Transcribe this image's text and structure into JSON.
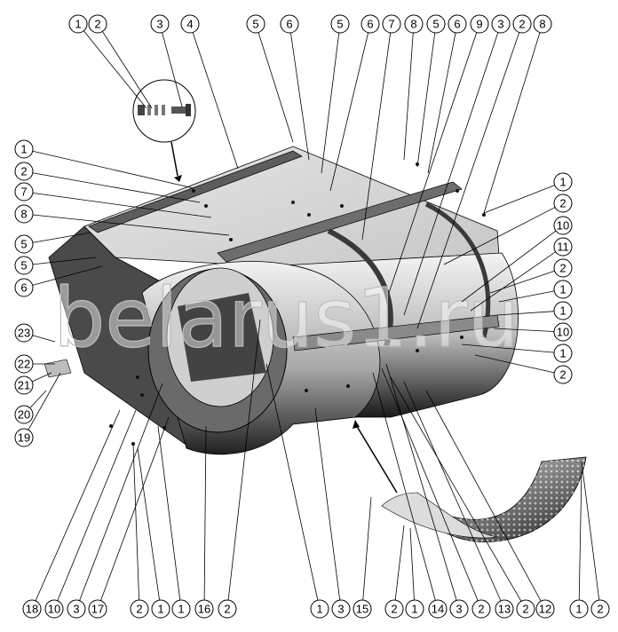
{
  "watermark": "belarus1.ru",
  "top_callouts": [
    "1",
    "2",
    "3",
    "4",
    "5",
    "6",
    "5",
    "6",
    "7",
    "8",
    "5",
    "6",
    "9",
    "3",
    "2",
    "8"
  ],
  "left_callouts": [
    "1",
    "2",
    "7",
    "8",
    "5",
    "5",
    "6",
    "23",
    "22",
    "21",
    "20",
    "19"
  ],
  "right_callouts": [
    "1",
    "2",
    "10",
    "11",
    "2",
    "1",
    "1",
    "10",
    "1",
    "2"
  ],
  "bottom_callouts": [
    "18",
    "10",
    "3",
    "17",
    "2",
    "1",
    "1",
    "16",
    "2",
    "1",
    "3",
    "15",
    "2",
    "1",
    "14",
    "3",
    "2",
    "13",
    "2",
    "12",
    "1",
    "2"
  ],
  "colors": {
    "line": "#000000",
    "body_dark": "#2e2e2e",
    "body_light": "#d8d8d8",
    "body_mid": "#9a9a9a",
    "mesh": "#555555"
  }
}
